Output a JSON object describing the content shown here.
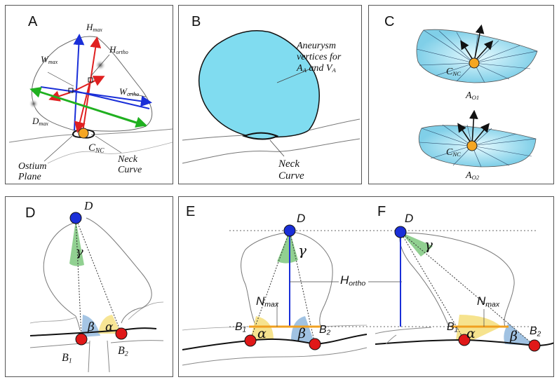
{
  "panels": {
    "A": {
      "label": "A",
      "h_max": "H",
      "h_max_sub": "max",
      "h_ortho": "H",
      "h_ortho_sub": "ortho",
      "w_max": "W",
      "w_max_sub": "max",
      "w_ortho": "W",
      "w_ortho_sub": "ortho",
      "d_max": "D",
      "d_max_sub": "max",
      "c_nc": "C",
      "c_nc_sub": "NC",
      "ostium": "Ostium",
      "plane": "Plane",
      "neck": "Neck",
      "curve": "Curve"
    },
    "B": {
      "label": "B",
      "aneurysm_line1": "Aneurysm",
      "aneurysm_line2": "vertices for",
      "aneurysm_a": "A",
      "aneurysm_a_sub": "A",
      "aneurysm_and": "and",
      "aneurysm_v": "V",
      "aneurysm_v_sub": "A",
      "neck": "Neck",
      "curve": "Curve"
    },
    "C": {
      "label": "C",
      "c_nc_top": "C",
      "c_nc_top_sub": "NC",
      "a_o1": "A",
      "a_o1_sub": "O1",
      "c_nc_bottom": "C",
      "c_nc_bottom_sub": "NC",
      "a_o2": "A",
      "a_o2_sub": "O2"
    },
    "D": {
      "label": "D",
      "d_point": "D",
      "gamma": "γ",
      "beta": "β",
      "alpha": "α",
      "b1": "B",
      "b1_sub": "1",
      "b2": "B",
      "b2_sub": "2"
    },
    "E": {
      "label": "E",
      "d_point": "D",
      "gamma": "γ",
      "h_ortho": "H",
      "h_ortho_sub": "ortho",
      "n_max": "N",
      "n_max_sub": "max",
      "alpha": "α",
      "beta": "β",
      "b1": "B",
      "b1_sub": "1",
      "b2": "B",
      "b2_sub": "2"
    },
    "F": {
      "label": "F",
      "d_point": "D",
      "gamma": "γ",
      "n_max": "N",
      "n_max_sub": "max",
      "alpha": "α",
      "beta": "β",
      "b1": "B",
      "b1_sub": "1",
      "b2": "B",
      "b2_sub": "2"
    }
  },
  "colors": {
    "aneurysm_fill": "#80dcf0",
    "point_blue": "#1a2fd8",
    "point_red": "#e01818",
    "point_orange": "#f5a623",
    "arrow_red": "#e02020",
    "arrow_blue": "#1a2fd8",
    "arrow_green": "#20b020",
    "wedge_green": "#6cc06c",
    "wedge_blue": "#8fb7dd",
    "wedge_yellow": "#f5de7a",
    "neck_orange": "#f0a020"
  }
}
